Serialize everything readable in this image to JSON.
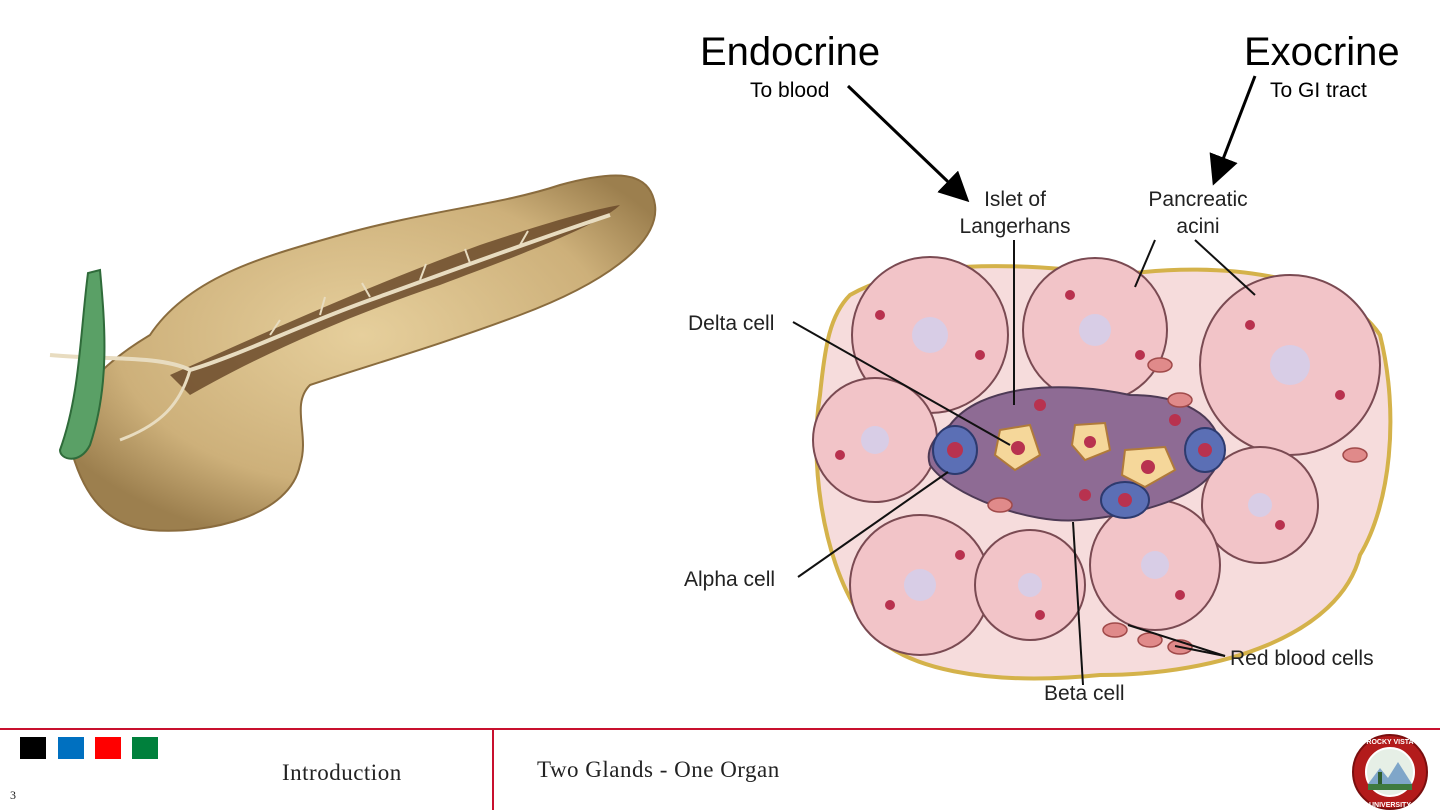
{
  "headings": {
    "endocrine": "Endocrine",
    "endocrine_sub": "To blood",
    "exocrine": "Exocrine",
    "exocrine_sub": "To GI tract"
  },
  "diagram_labels": {
    "islet": "Islet of\nLangerhans",
    "acini": "Pancreatic\nacini",
    "delta": "Delta cell",
    "alpha": "Alpha cell",
    "beta": "Beta cell",
    "rbc": "Red blood cells"
  },
  "footer": {
    "section": "Introduction",
    "title": "Two Glands - One Organ",
    "page_number": "3",
    "logo_text": "ROCKY VISTA UNIVERSITY",
    "swatches": [
      "#000000",
      "#0070c0",
      "#ff0000",
      "#00803c"
    ]
  },
  "colors": {
    "accent_line": "#c8102e",
    "acinar_cell": "#f2c4c8",
    "alpha_cell": "#5b6fb5",
    "beta_cell": "#8e6b94",
    "delta_cell": "#f5d79a"
  }
}
